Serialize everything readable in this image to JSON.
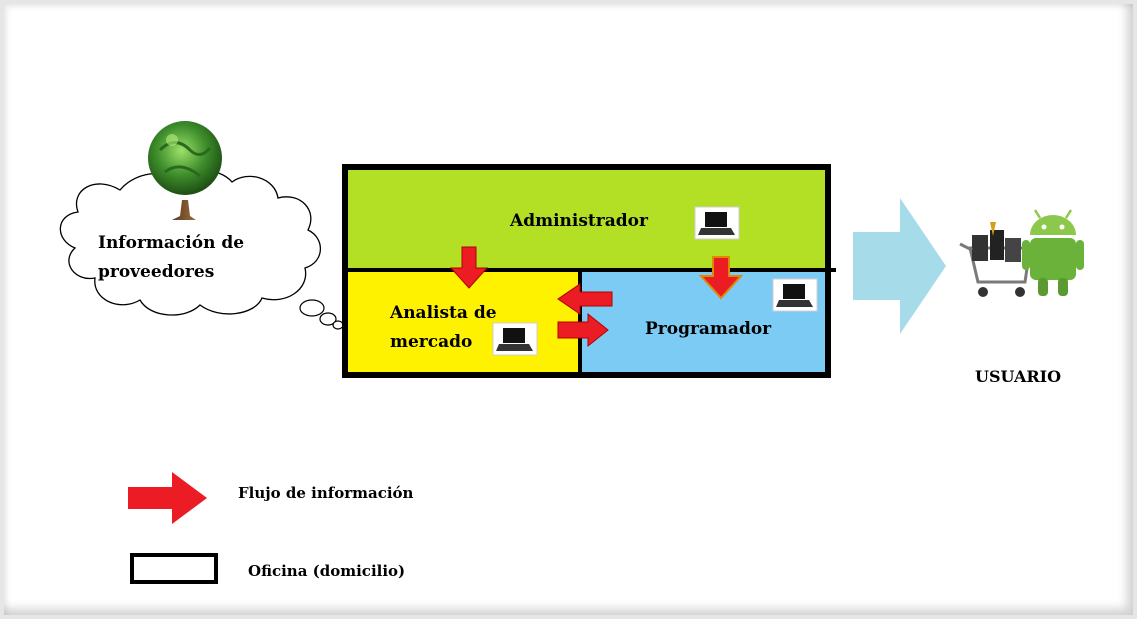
{
  "cloud": {
    "label_line1": "Información de",
    "label_line2": "proveedores",
    "icon": "tree-globe-icon"
  },
  "office": {
    "administrador": {
      "label": "Administrador",
      "color": "#b3e025",
      "icon": "laptop-icon"
    },
    "analista": {
      "label_line1": "Analista de",
      "label_line2": "mercado",
      "color": "#fff200",
      "icon": "laptop-icon"
    },
    "programador": {
      "label": "Programador",
      "color": "#7ccbf5",
      "icon": "laptop-icon"
    },
    "border_color": "#000000"
  },
  "usuario": {
    "label": "USUARIO",
    "icon": "android-shopping-cart-icon"
  },
  "big_arrow": {
    "color": "#a6dcea"
  },
  "flow_arrow": {
    "color": "#ec1c24"
  },
  "legend": {
    "flow_label": "Flujo de información",
    "office_label": "Oficina (domicilio)"
  }
}
